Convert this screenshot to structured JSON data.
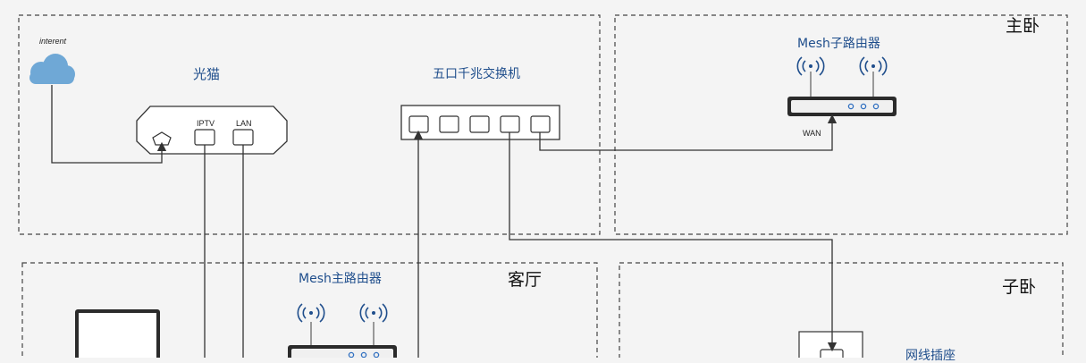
{
  "zones": {
    "master_bedroom": "主卧",
    "living_room": "客厅",
    "sub_bedroom": "子卧"
  },
  "devices": {
    "internet": "interent",
    "modem": "光猫",
    "modem_port_iptv": "IPTV",
    "modem_port_lan": "LAN",
    "switch": "五口千兆交换机",
    "mesh_child": "Mesh子路由器",
    "mesh_child_port": "WAN",
    "mesh_main": "Mesh主路由器",
    "wall_socket": "网线插座"
  },
  "colors": {
    "label_blue": "#1f4e8c",
    "cloud": "#6fa8d6",
    "line": "#333333"
  }
}
